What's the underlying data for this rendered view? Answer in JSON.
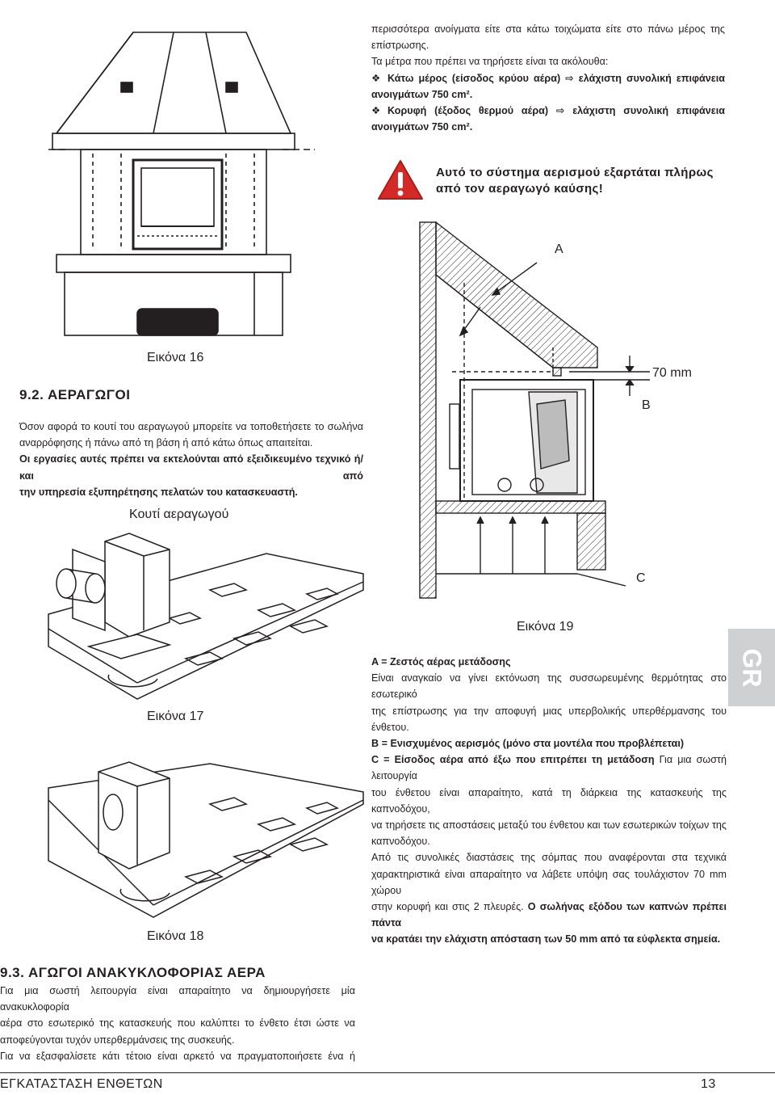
{
  "right_col": {
    "intro_line1": "περισσότερα ανοίγματα είτε στα κάτω τοιχώματα είτε στο πάνω μέρος της",
    "intro_line2": "επίστρωσης.",
    "measures_intro": "Τα μέτρα που πρέπει να τηρήσετε είναι τα ακόλουθα:",
    "bullet1_line1": "Κάτω μέρος (είσοδος κρύου αέρα) ⇨ ελάχιστη συνολική επιφάνεια",
    "bullet1_line2": "ανοιγμάτων 750 cm².",
    "bullet2_line1": "Κορυφή (έξοδος θερμού αέρα) ⇨ ελάχιστη συνολική επιφάνεια",
    "bullet2_line2": "ανοιγμάτων 750 cm².",
    "bullet_symbol": "❖",
    "warning_line1": "Αυτό το σύστημα αερισμού εξαρτάται πλήρως",
    "warning_line2": "από τον αεραγωγό καύσης!"
  },
  "figures": {
    "fig16": "Εικόνα 16",
    "fig17": "Εικόνα 17",
    "fig18": "Εικόνα 18",
    "fig19": "Εικόνα 19",
    "box_label": "Κουτί αεραγωγού",
    "fig19_A": "A",
    "fig19_B": "B",
    "fig19_C": "C",
    "fig19_dim": "70 mm"
  },
  "section_92": {
    "heading": "9.2.   ΑΕΡΑΓΩΓΟΙ",
    "p1_line1": "Όσον αφορά το κουτί του αεραγωγού μπορείτε να τοποθετήσετε το σωλήνα",
    "p1_line2": "αναρρόφησης ή πάνω από τη βάση ή από κάτω όπως απαιτείται.",
    "p2_line1": "Οι εργασίες αυτές πρέπει να εκτελούνται από εξειδικευμένο τεχνικό ή/και από",
    "p2_line2": "την υπηρεσία εξυπηρέτησης πελατών του κατασκευαστή."
  },
  "legend": {
    "a_title": "A = Ζεστός αέρας μετάδοσης",
    "a_line1": "Είναι αναγκαίο να γίνει εκτόνωση της συσσωρευμένης θερμότητας στο εσωτερικό",
    "a_line2": "της επίστρωσης για την αποφυγή μιας υπερβολικής υπερθέρμανσης του ένθετου.",
    "b_title": "B = Ενισχυμένος αερισμός (μόνο στα μοντέλα που προβλέπεται)",
    "c_title": "C = Είσοδος αέρα από έξω που επιτρέπει τη μετάδοση",
    "c_line1_rest": " Για μια σωστή λειτουργία",
    "c_line2": "του ένθετου είναι απαραίτητο, κατά τη διάρκεια της κατασκευής της καπνοδόχου,",
    "c_line3": "να τηρήσετε τις αποστάσεις μεταξύ του ένθετου και των εσωτερικών τοίχων της",
    "c_line4": "καπνοδόχου.",
    "d_line1": "Από τις συνολικές διαστάσεις της σόμπας που αναφέρονται στα τεχνικά",
    "d_line2": "χαρακτηριστικά είναι απαραίτητο να λάβετε υπόψη σας τουλάχιστον 70 mm χώρου",
    "d_line3_normal": "στην κορυφή και στις 2 πλευρές. ",
    "d_line3_bold": "Ο σωλήνας εξόδου των καπνών πρέπει πάντα",
    "d_line4": "να κρατάει την ελάχιστη απόσταση των 50 mm από τα εύφλεκτα σημεία."
  },
  "section_93": {
    "heading": "9.3.   ΑΓΩΓΟΙ ΑΝΑΚΥΚΛΟΦΟΡΙΑΣ ΑΕΡΑ",
    "line1": "Για μια σωστή λειτουργία είναι απαραίτητο να δημιουργήσετε μία ανακυκλοφορία",
    "line2": "αέρα στο εσωτερικό της κατασκευής που καλύπτει το ένθετο έτσι ώστε να",
    "line3": "αποφεύγονται τυχόν υπερθερμάνσεις της συσκευής.",
    "line4": "Για να εξασφαλίσετε κάτι τέτοιο είναι αρκετό να πραγματοποιήσετε ένα ή"
  },
  "side_tab": "GR",
  "footer": {
    "left": "ΕΓΚΑΤΑΣΤΑΣΗ ΕΝΘΕΤΩΝ",
    "page": "13"
  },
  "colors": {
    "text": "#231f20",
    "tab_gray": "#cfd0d2",
    "warning_red": "#d42a27"
  }
}
